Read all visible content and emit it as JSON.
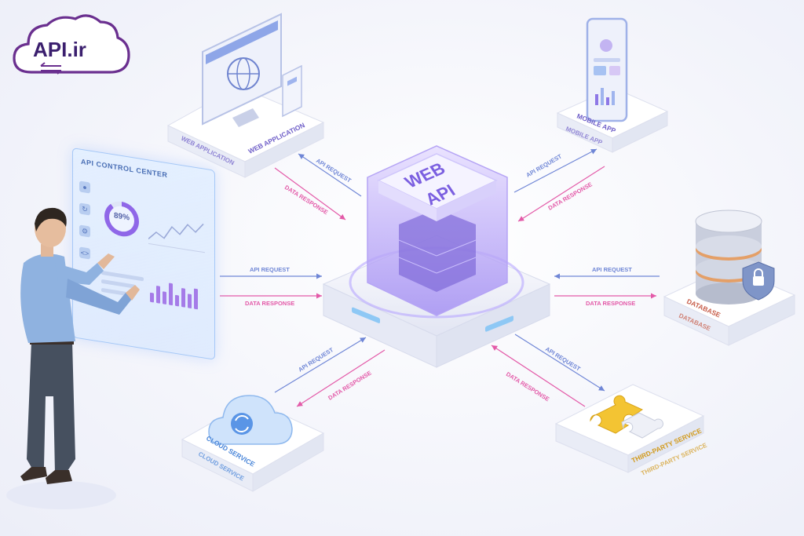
{
  "logo": {
    "text": "API.ir"
  },
  "hub": {
    "label_line1": "WEB",
    "label_line2": "API"
  },
  "panel": {
    "title": "API CONTROL CENTER",
    "gauge_value": "89%",
    "gauge_fraction": 0.89
  },
  "nodes": {
    "web_app": {
      "label": "WEB APPLICATION",
      "label_mirror": "WEB APPLICATION"
    },
    "mobile_app": {
      "label": "MOBILE APP",
      "label_mirror": "MOBILE APP"
    },
    "database": {
      "label": "DATABASE",
      "label_mirror": "DATABASE"
    },
    "third_party": {
      "label": "THIRD-PARTY SERVICE",
      "label_mirror": "THIRD-PARTY SERVICE"
    },
    "cloud": {
      "label": "CLOUD SERVICE",
      "label_mirror": "CLOUD SERVICE"
    }
  },
  "flows": {
    "request": "API REQUEST",
    "response": "DATA RESPONSE"
  },
  "colors": {
    "request": "#6f86d6",
    "response": "#e35aa8",
    "accent": "#8f67e8",
    "logo": "#6a2f8f",
    "puzzle": "#f3c433"
  }
}
